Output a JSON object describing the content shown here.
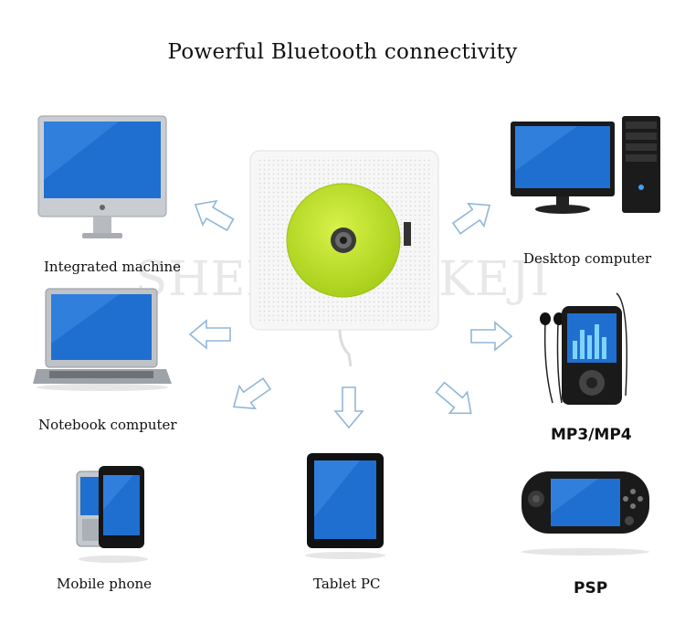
{
  "title": "Powerful Bluetooth connectivity",
  "watermark": "SHENJIAAOKEJI",
  "devices": {
    "integrated_machine": "Integrated machine",
    "desktop_computer": "Desktop computer",
    "notebook_computer": "Notebook computer",
    "mp3_mp4": "MP3/MP4",
    "mobile_phone": "Mobile phone",
    "tablet_pc": "Tablet PC",
    "psp": "PSP"
  },
  "colors": {
    "screen_blue": "#1f6fd0",
    "player_green": "#bde22a",
    "arrow_outline": "#8fb7d8"
  }
}
